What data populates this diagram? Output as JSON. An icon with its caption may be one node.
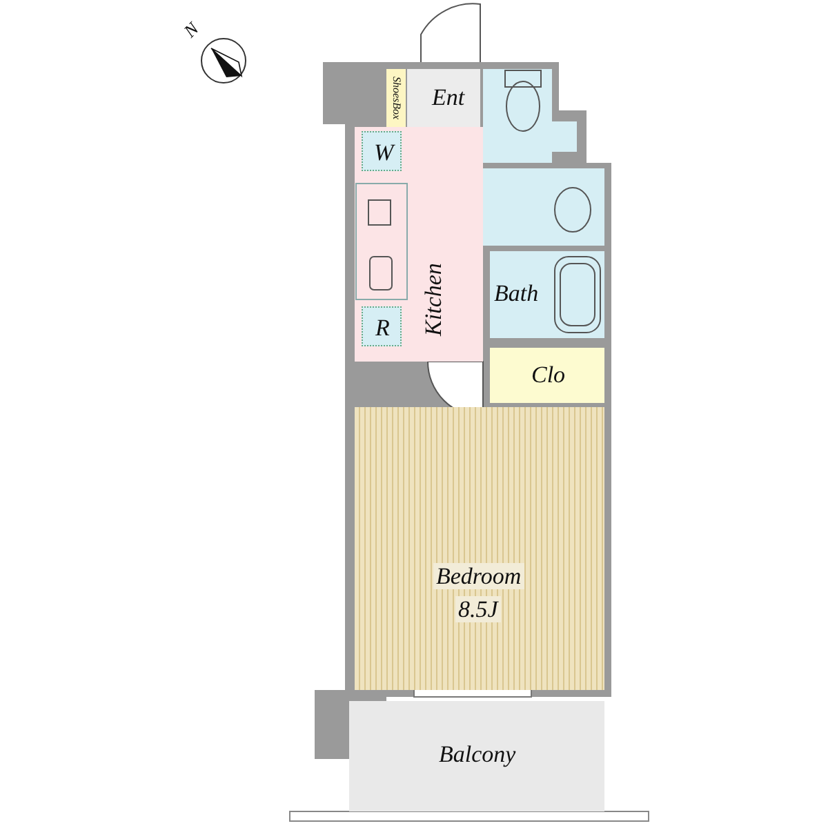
{
  "diagram": {
    "nodes": [
      {
        "text": [
          "Ent"
        ]
      },
      {
        "text": [
          "ShoesBox"
        ]
      },
      {
        "text": [
          "Kitchen"
        ]
      },
      {
        "text": [
          "W"
        ],
        "in": 2
      },
      {
        "text": [
          "R"
        ],
        "in": 2
      },
      {
        "text": [
          "Bath"
        ]
      },
      {
        "text": [
          "Clo"
        ]
      },
      {
        "text": [
          "Bedroom",
          "8.5J"
        ]
      },
      {
        "text": [
          "Balcony"
        ]
      }
    ],
    "labels": [
      "N"
    ]
  }
}
